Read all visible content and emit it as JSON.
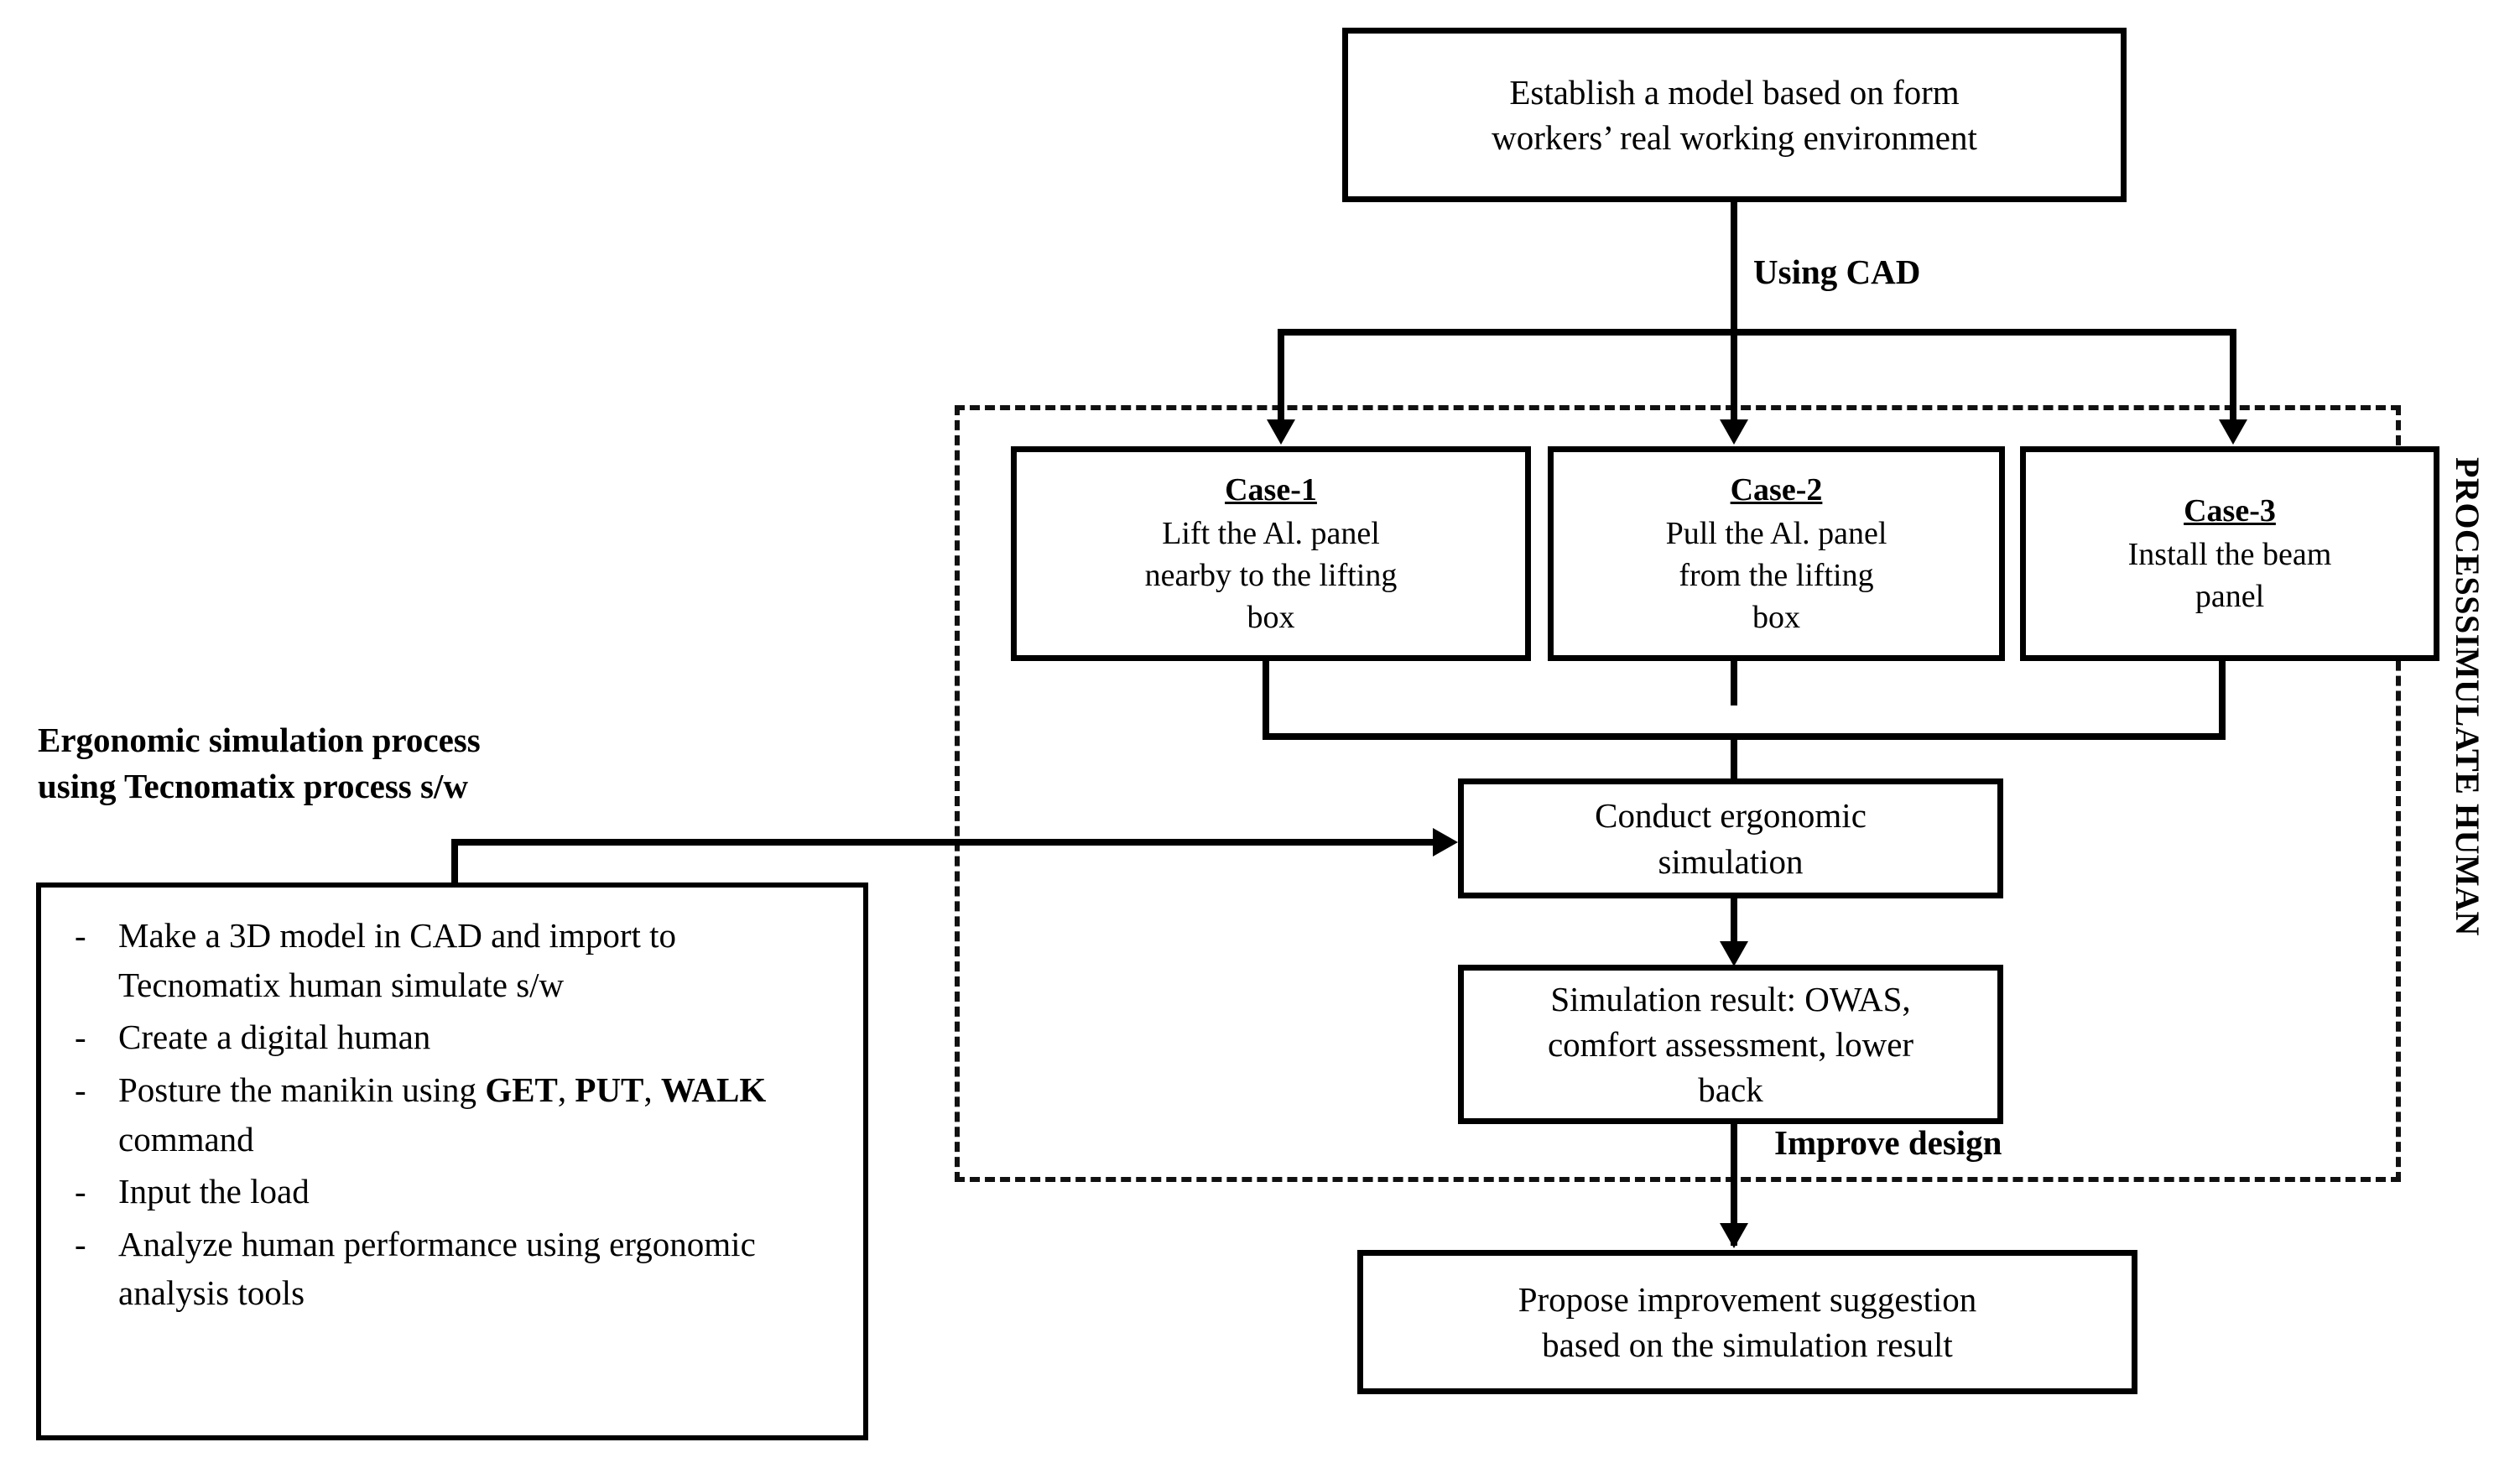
{
  "diagram": {
    "title_vertical_caption": "PROCESSSIMULATE HUMAN",
    "top_node": {
      "line1": "Establish a model based on form",
      "line2": "workers’ real working environment"
    },
    "edge_labels": {
      "using_cad": "Using CAD",
      "improve_design": "Improve design"
    },
    "cases": [
      {
        "title": "Case-1",
        "line1": "Lift the Al. panel",
        "line2": "nearby  to the lifting",
        "line3": "box"
      },
      {
        "title": "Case-2",
        "line1": "Pull the Al. panel",
        "line2": "from the lifting",
        "line3": "box"
      },
      {
        "title": "Case-3",
        "line1": "Install the beam",
        "line2": "panel",
        "line3": ""
      }
    ],
    "conduct_node": {
      "line1": "Conduct ergonomic",
      "line2": "simulation"
    },
    "result_node": {
      "line1": "Simulation result: OWAS,",
      "line2": "comfort assessment, lower",
      "line3": "back"
    },
    "propose_node": {
      "line1": "Propose improvement suggestion",
      "line2": "based on the simulation result"
    },
    "left_heading": {
      "line1": "Ergonomic simulation process",
      "line2": "using Tecnomatix process s/w"
    },
    "bullets": [
      {
        "parts": [
          {
            "text": "Make a 3D model in CAD and import to Tecnomatix human simulate s/w",
            "bold": false
          }
        ]
      },
      {
        "parts": [
          {
            "text": "Create a digital human",
            "bold": false
          }
        ]
      },
      {
        "parts": [
          {
            "text": "Posture the manikin using ",
            "bold": false
          },
          {
            "text": "GET",
            "bold": true
          },
          {
            "text": ", ",
            "bold": false
          },
          {
            "text": "PUT",
            "bold": true
          },
          {
            "text": ", ",
            "bold": false
          },
          {
            "text": "WALK",
            "bold": true
          },
          {
            "text": " command",
            "bold": false
          }
        ]
      },
      {
        "parts": [
          {
            "text": "Input the load",
            "bold": false
          }
        ]
      },
      {
        "parts": [
          {
            "text": "Analyze  human performance using ergonomic analysis tools",
            "bold": false
          }
        ]
      }
    ],
    "colors": {
      "stroke": "#000000",
      "background": "#ffffff",
      "dashed_stroke": "#111111"
    }
  }
}
